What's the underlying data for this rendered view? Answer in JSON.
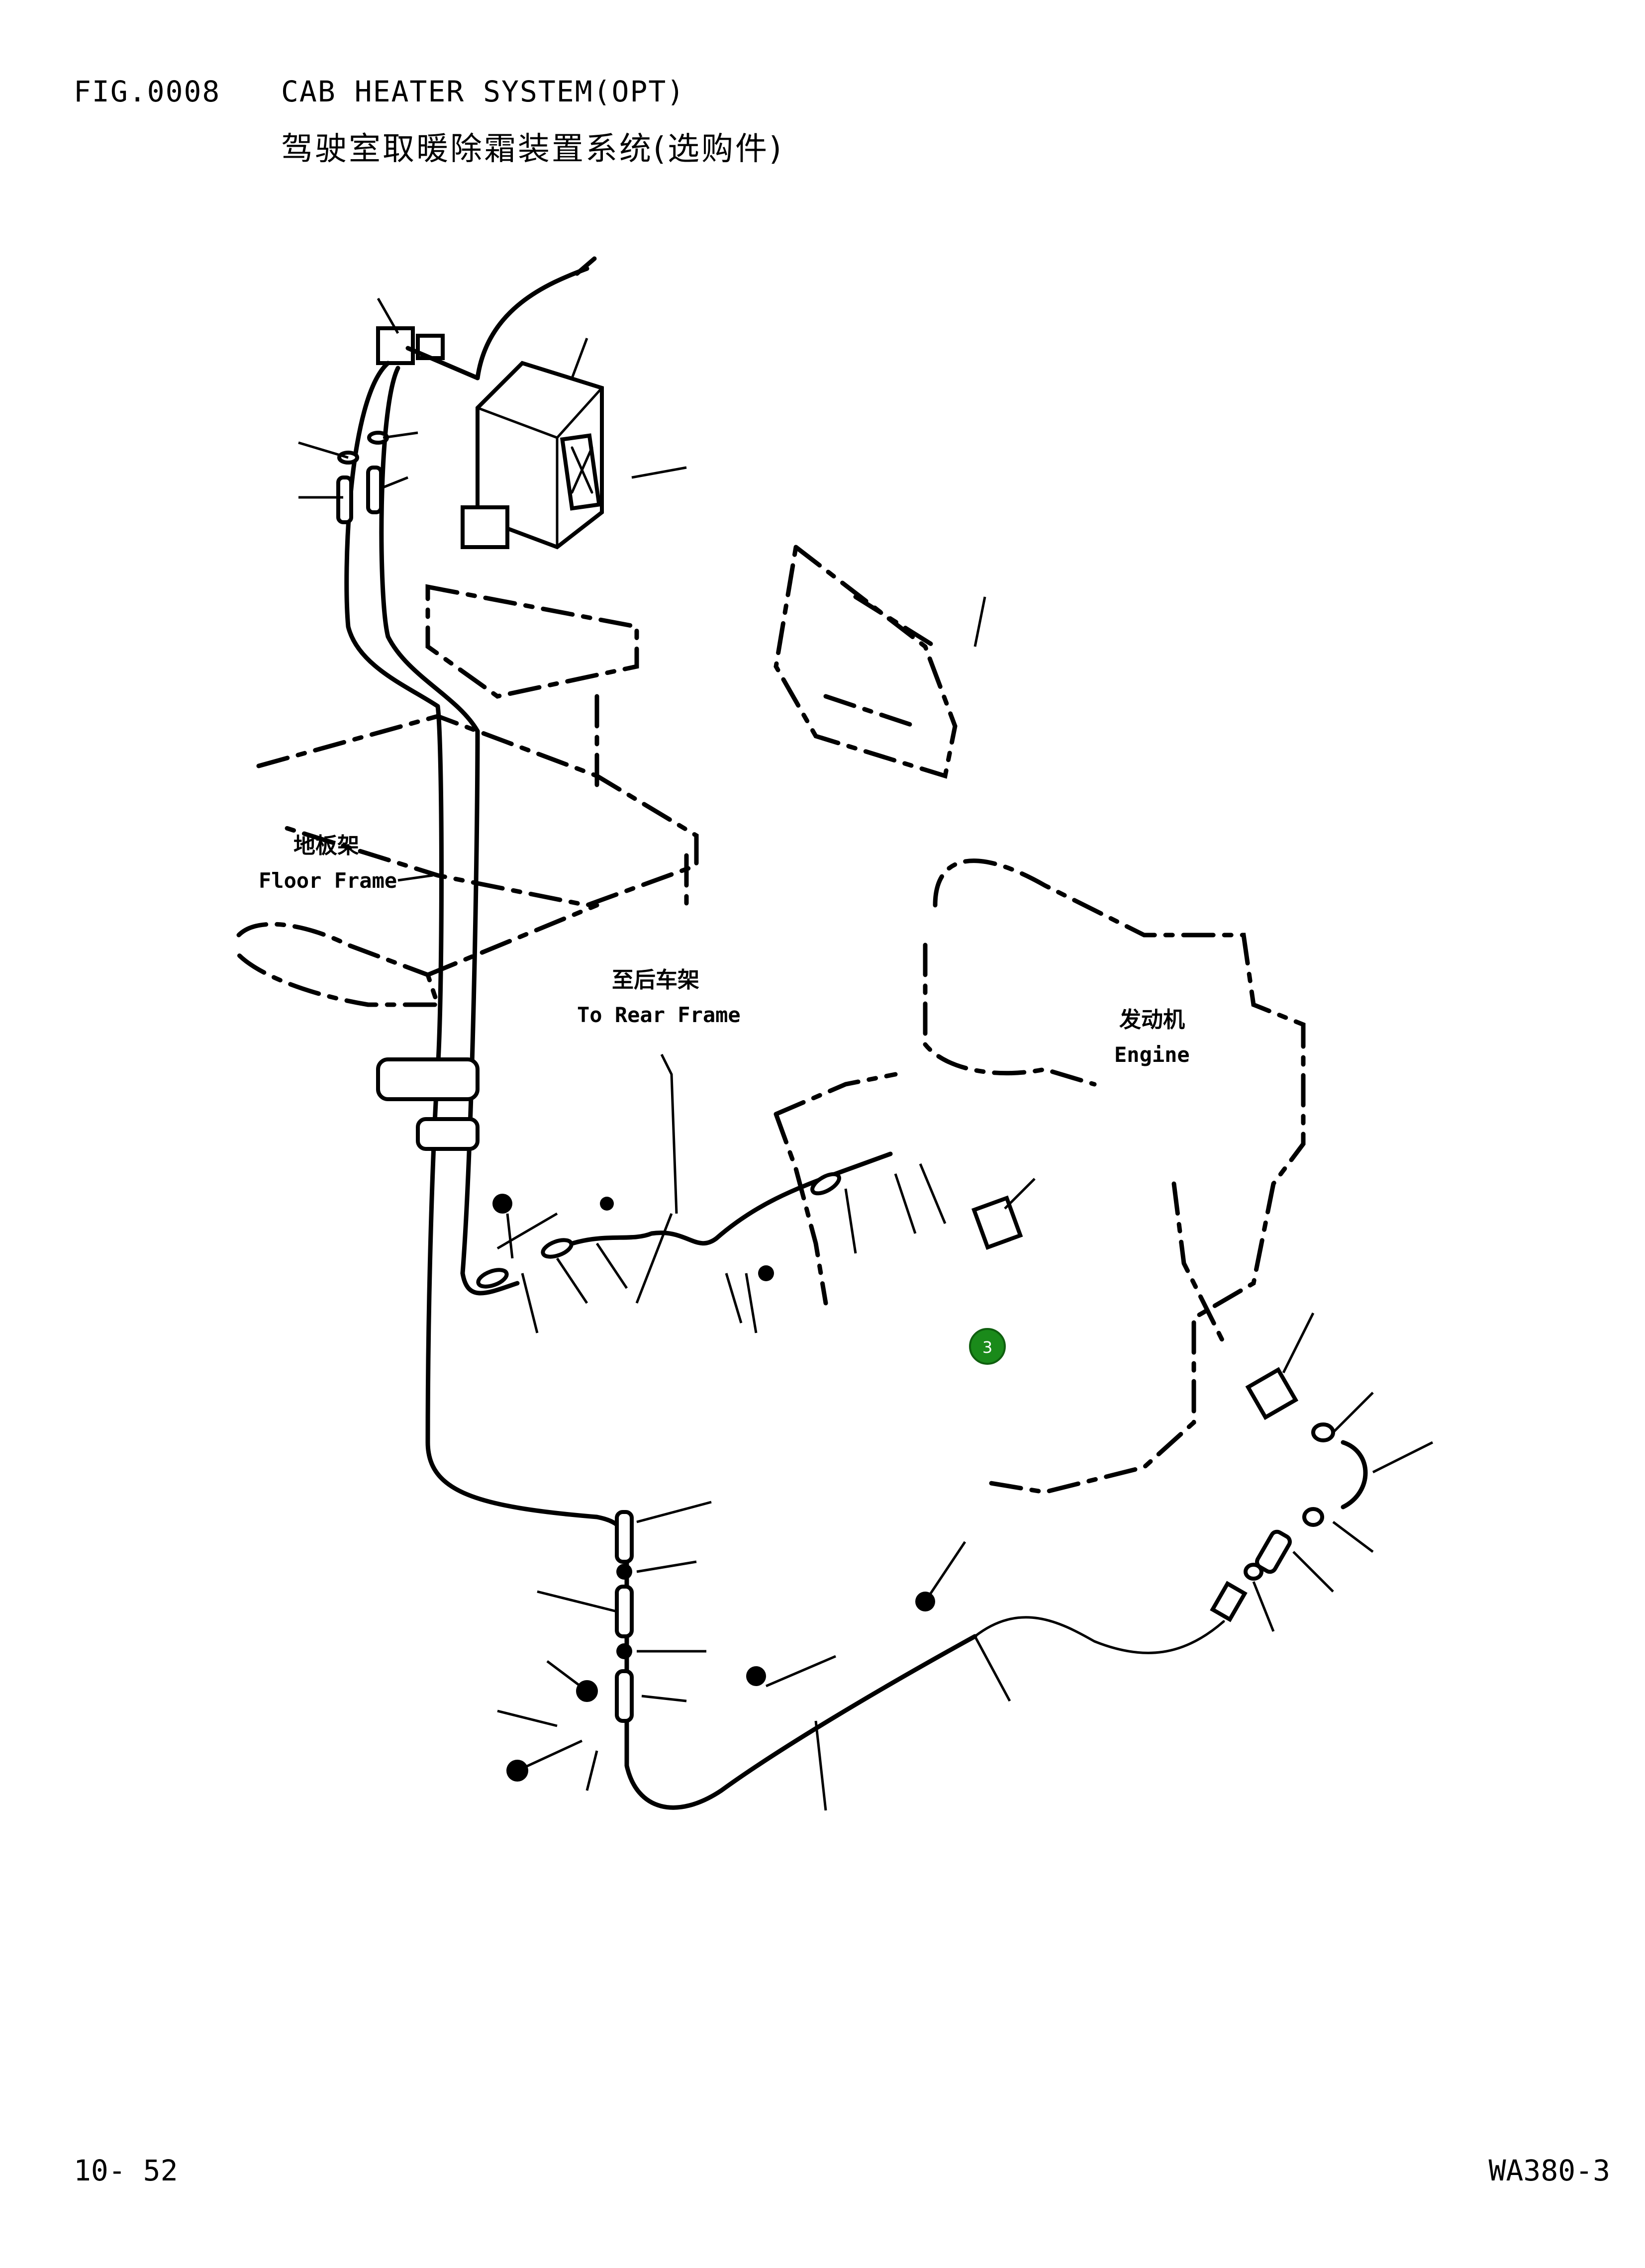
{
  "header": {
    "fig_number": "FIG.0008",
    "title_en": "CAB HEATER SYSTEM(OPT)",
    "title_cn": "驾驶室取暖除霜装置系统(选购件)"
  },
  "labels": {
    "floor_frame_cn": "地板架",
    "floor_frame_en": "Floor Frame",
    "rear_frame_cn": "至后车架",
    "rear_frame_en": "To Rear Frame",
    "engine_cn": "发动机",
    "engine_en": "Engine"
  },
  "callout": {
    "number": "3",
    "color": "#1a8a1a"
  },
  "footer": {
    "page": "10- 52",
    "model": "WA380-3"
  }
}
